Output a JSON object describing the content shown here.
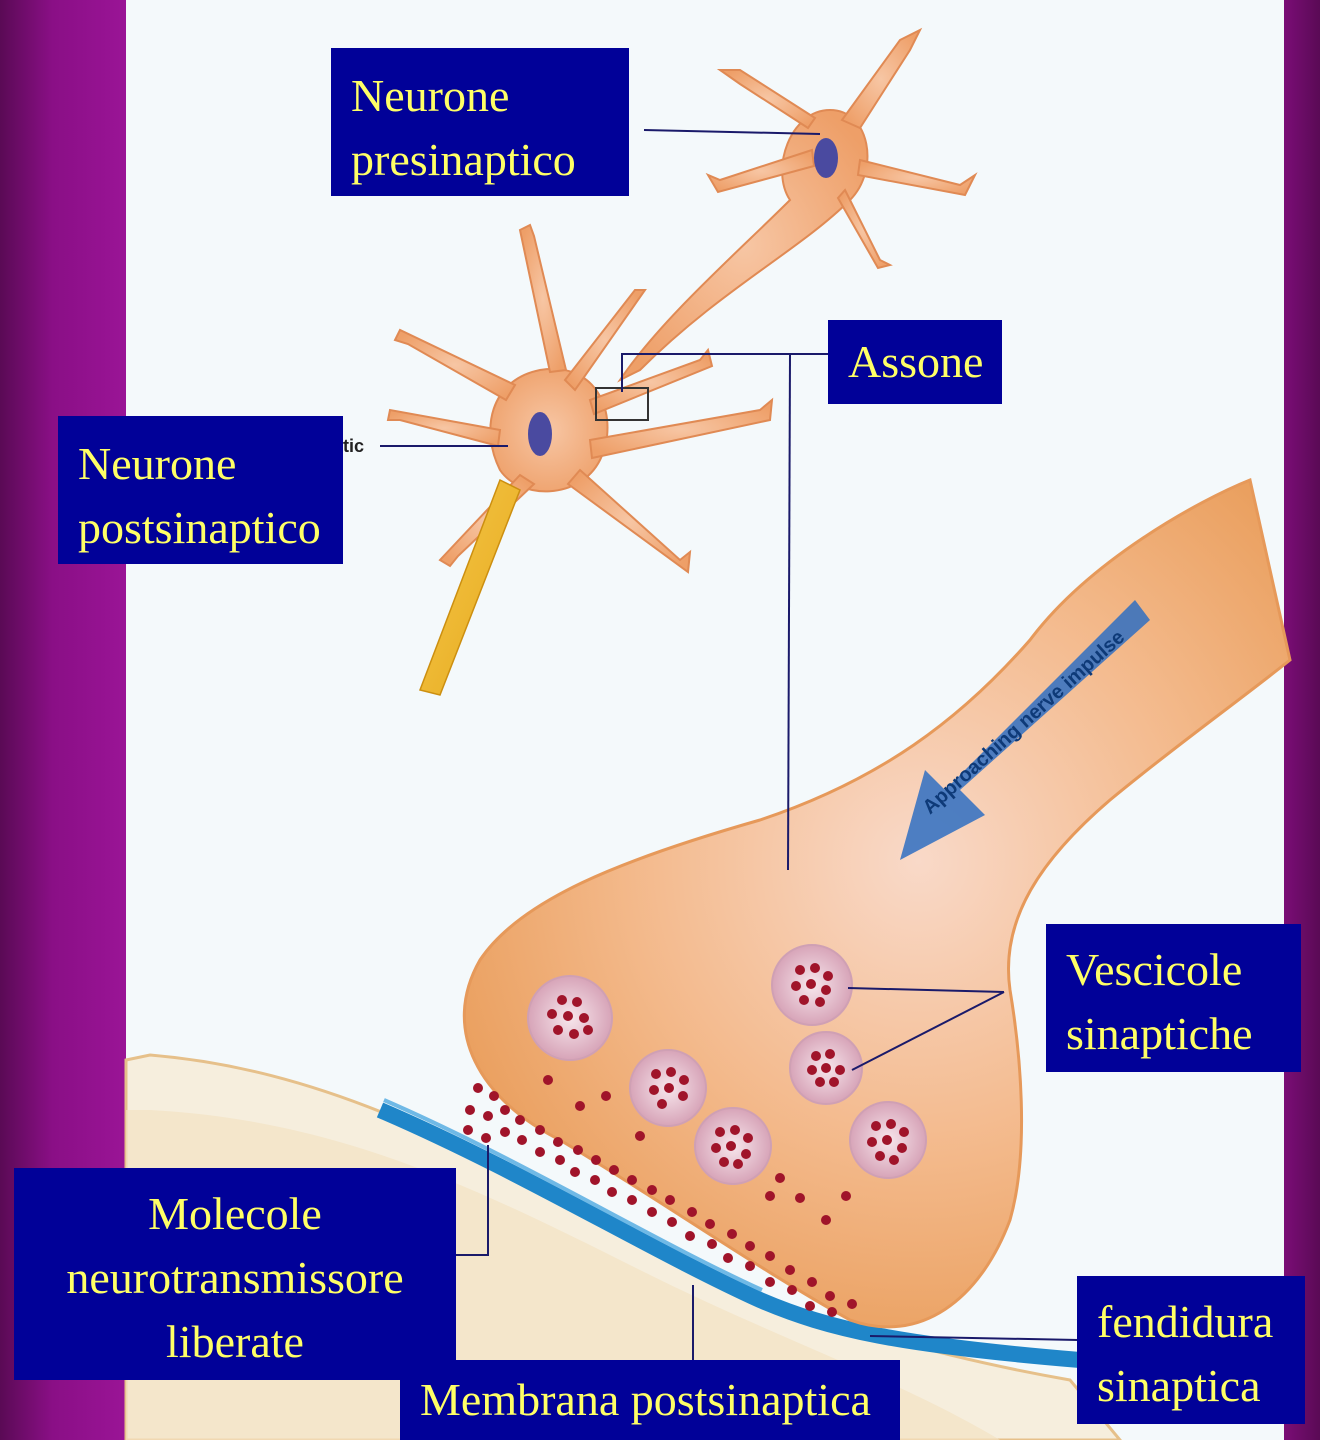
{
  "labels": {
    "neurone_presinaptico": [
      "Neurone",
      "presinaptico"
    ],
    "assone": "Assone",
    "neurone_postsinaptico": [
      "Neurone",
      "postsinaptico"
    ],
    "vescicole_sinaptiche": [
      "Vescicole",
      "sinaptiche"
    ],
    "molecole_neurotrasmissore": [
      "Molecole",
      "neurotransmissore",
      "liberate"
    ],
    "membrana_postsinaptica": "Membrana postsinaptica",
    "fendidura_sinaptica": [
      "fendidura",
      "sinaptica"
    ]
  },
  "illustration": {
    "arrow_text": "Approaching nerve impulse",
    "partial_label": "tic"
  },
  "colors": {
    "label_background": "#010198",
    "label_text": "#ffff66",
    "slide_background": "#9a1496",
    "neuron_fill": "#f2b07a",
    "postsynaptic_membrane": "#1f86c9",
    "neurotransmitter": "#a0142a"
  }
}
